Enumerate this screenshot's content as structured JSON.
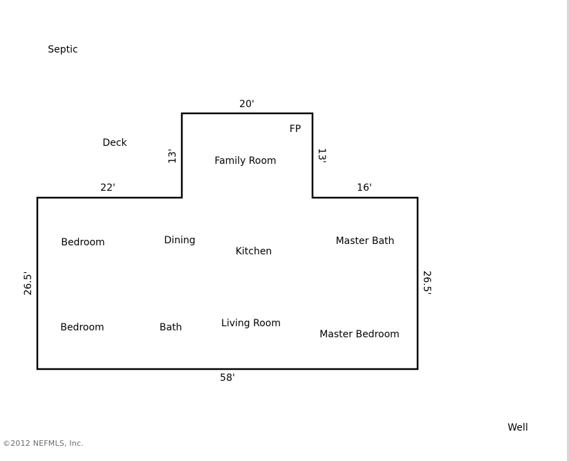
{
  "site": {
    "septic": "Septic",
    "deck": "Deck",
    "well": "Well"
  },
  "rooms": {
    "family_room": "Family Room",
    "fireplace": "FP",
    "bedroom_1": "Bedroom",
    "dining": "Dining",
    "kitchen": "Kitchen",
    "master_bath": "Master Bath",
    "bedroom_2": "Bedroom",
    "bath": "Bath",
    "living_room": "Living Room",
    "master_bedroom": "Master Bedroom"
  },
  "dimensions": {
    "family_top": "20'",
    "family_left": "13'",
    "family_right": "13'",
    "main_top_left": "22'",
    "main_top_right": "16'",
    "main_left": "26.5'",
    "main_right": "26.5'",
    "main_bottom": "58'"
  },
  "footer": {
    "copyright": "©2012 NEFMLS, Inc."
  }
}
